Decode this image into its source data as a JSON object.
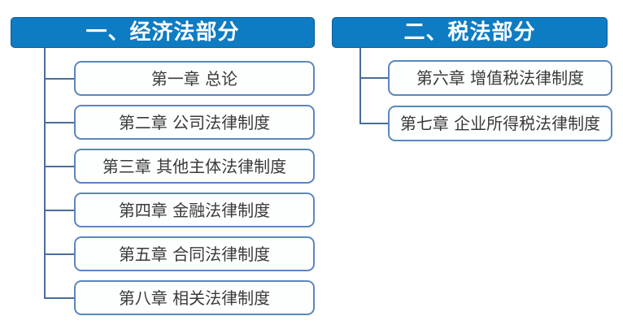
{
  "diagram": {
    "left_tree": {
      "title": "一、经济法部分",
      "children": [
        "第一章 总论",
        "第二章 公司法律制度",
        "第三章 其他主体法律制度",
        "第四章 金融法律制度",
        "第五章 合同法律制度",
        "第八章 相关法律制度"
      ]
    },
    "right_tree": {
      "title": "二、税法部分",
      "children": [
        "第六章 增值税法律制度",
        "第七章 企业所得税法律制度"
      ]
    },
    "colors": {
      "header_fill": "#0e7cc2",
      "header_border": "#0a5c9b",
      "header_text": "#ffffff",
      "node_fill": "#fdfefe",
      "node_border": "#5b87bb",
      "node_text": "#3a3a3a",
      "connector": "#4a6d99",
      "background": "#ffffff"
    }
  }
}
